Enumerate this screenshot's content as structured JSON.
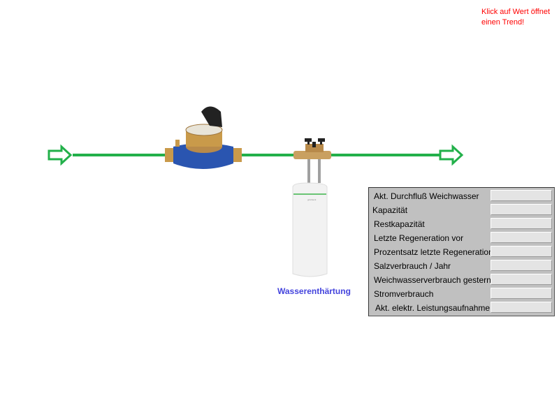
{
  "hint": {
    "line1": "Klick auf Wert öffnet",
    "line2": "einen Trend!"
  },
  "softener_label": "Wasserenthärtung",
  "colors": {
    "pipe": "#22b04a",
    "hint": "#ff0000",
    "label": "#4444dd",
    "panel": "#c0c0c0"
  },
  "panel": {
    "rows": [
      {
        "label": "Akt. Durchfluß Weichwasser",
        "value": ""
      },
      {
        "label": "Kapazität",
        "value": ""
      },
      {
        "label": "Restkapazität",
        "value": ""
      },
      {
        "label": "Letzte Regeneration vor",
        "value": ""
      },
      {
        "label": "Prozentsatz letzte Regeneration",
        "value": ""
      },
      {
        "label": "Salzverbrauch / Jahr",
        "value": ""
      },
      {
        "label": "Weichwasserverbrauch gestern",
        "value": ""
      },
      {
        "label": "Stromverbrauch",
        "value": ""
      },
      {
        "label": "Akt. elektr. Leistungsaufnahme",
        "value": ""
      }
    ]
  }
}
